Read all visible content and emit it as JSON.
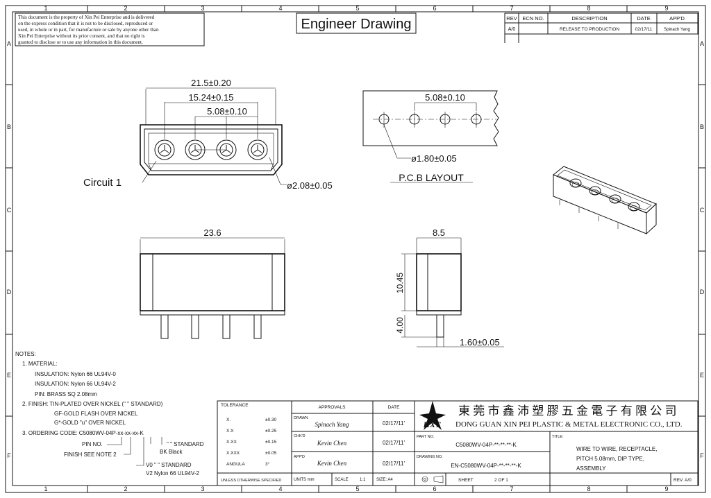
{
  "grid": {
    "columns": [
      "1",
      "2",
      "3",
      "4",
      "5",
      "6",
      "7",
      "8",
      "9"
    ],
    "rows": [
      "A",
      "B",
      "C",
      "D",
      "E",
      "F"
    ]
  },
  "disclaimer": [
    "This document is the property of Xin Pei Enterprise and is delivered",
    "on the express condition that it is not to be disclosed, reproduced or",
    "used, in whole or in part, for manufacture or sale by anyone other than",
    "Xin Pei Enterprise without its prior consent, and that no right is",
    "granted to disclose or to use any information in this document."
  ],
  "title": "Engineer Drawing",
  "revision_table": {
    "headers": [
      "REV",
      "ECN NO.",
      "DESCRIPTION",
      "DATE",
      "APP'D"
    ],
    "row": [
      "A/0",
      "",
      "RELEASE TO PRODUCTION",
      "02/17/11",
      "Spinach Yang"
    ]
  },
  "dimensions": {
    "front_overall": "21.5±0.20",
    "front_span": "15.24±0.15",
    "front_pitch": "5.08±0.10",
    "circuit_label": "Circuit 1",
    "pin_dia": "ø2.08±0.05",
    "pcb_pitch": "5.08±0.10",
    "pcb_hole": "ø1.80±0.05",
    "pcb_label": "P.C.B LAYOUT",
    "side_width": "23.6",
    "end_depth": "8.5",
    "end_height": "10.45",
    "pin_length": "4.00",
    "pin_offset": "1.60±0.05"
  },
  "notes": [
    "NOTES:",
    "1. MATERIAL:",
    "INSULATION: Nylon 66 UL94V-0",
    "INSULATION: Nylon 66 UL94V-2",
    "PIN: BRASS SQ 2.08mm",
    "2. FINISH: TIN-PLATED OVER NICKEL (\"  \" STANDARD)",
    "GF-GOLD FLASH OVER NICKEL",
    "G*-GOLD \"u\" OVER NICKEL",
    "3. ORDERING CODE: C5080WV-04P-xx-xx-xx-K"
  ],
  "ordering": {
    "pin_no": "PIN NO.",
    "finish": "FINISH SEE NOTE 2",
    "std1": "\"   \" STANDARD",
    "bk": "BK Black",
    "v0": "V0  \"  \" STANDARD",
    "v2": "V2 Nylon 66 UL94V-2"
  },
  "tolerance": {
    "header": "TOLERANCE",
    "rows": [
      [
        "X.",
        "±0.30"
      ],
      [
        "X.X",
        "±0.25"
      ],
      [
        "X.XX",
        "±0.15"
      ],
      [
        "X.XXX",
        "±0.05"
      ],
      [
        "ANGULA",
        "3°"
      ]
    ],
    "footer": "UNLESS OTHERWISE SPECIFIED"
  },
  "approvals": {
    "header": "APPROVALS",
    "date_header": "DATE",
    "rows": [
      {
        "role": "DRAWN",
        "name": "Spinach Yang",
        "date": "02/17/11'"
      },
      {
        "role": "CHK'D",
        "name": "Kevin Chen",
        "date": "02/17/11'"
      },
      {
        "role": "APP'D",
        "name": "Kevin Chen",
        "date": "02/17/11'"
      }
    ],
    "units": "UNITS  mm",
    "scale": "SCALE",
    "scale_val": "1:1",
    "size": "SIZE: A4"
  },
  "company": {
    "logo": "HXT",
    "name_cn": "東 莞 市 鑫 沛 塑 膠 五 金 電 子 有 限 公 司",
    "name_en": "DONG GUAN XIN PEI PLASTIC & METAL ELECTRONIC CO., LTD."
  },
  "part": {
    "part_no_label": "PART NO.",
    "part_no": "C5080WV-04P-**-**-**-K",
    "drawing_no_label": "DRAWING NO.",
    "drawing_no": "EN-C5080WV-04P-**-**-**-K",
    "sheet": "SHEET",
    "sheet_of": "2   OF   1",
    "title_label": "TITLE:",
    "title_lines": [
      "WIRE TO WIRE, RECEPTACLE,",
      "PITCH 5.08mm, DIP TYPE,",
      "ASSEMBLY"
    ],
    "rev": "REV. A/0"
  }
}
